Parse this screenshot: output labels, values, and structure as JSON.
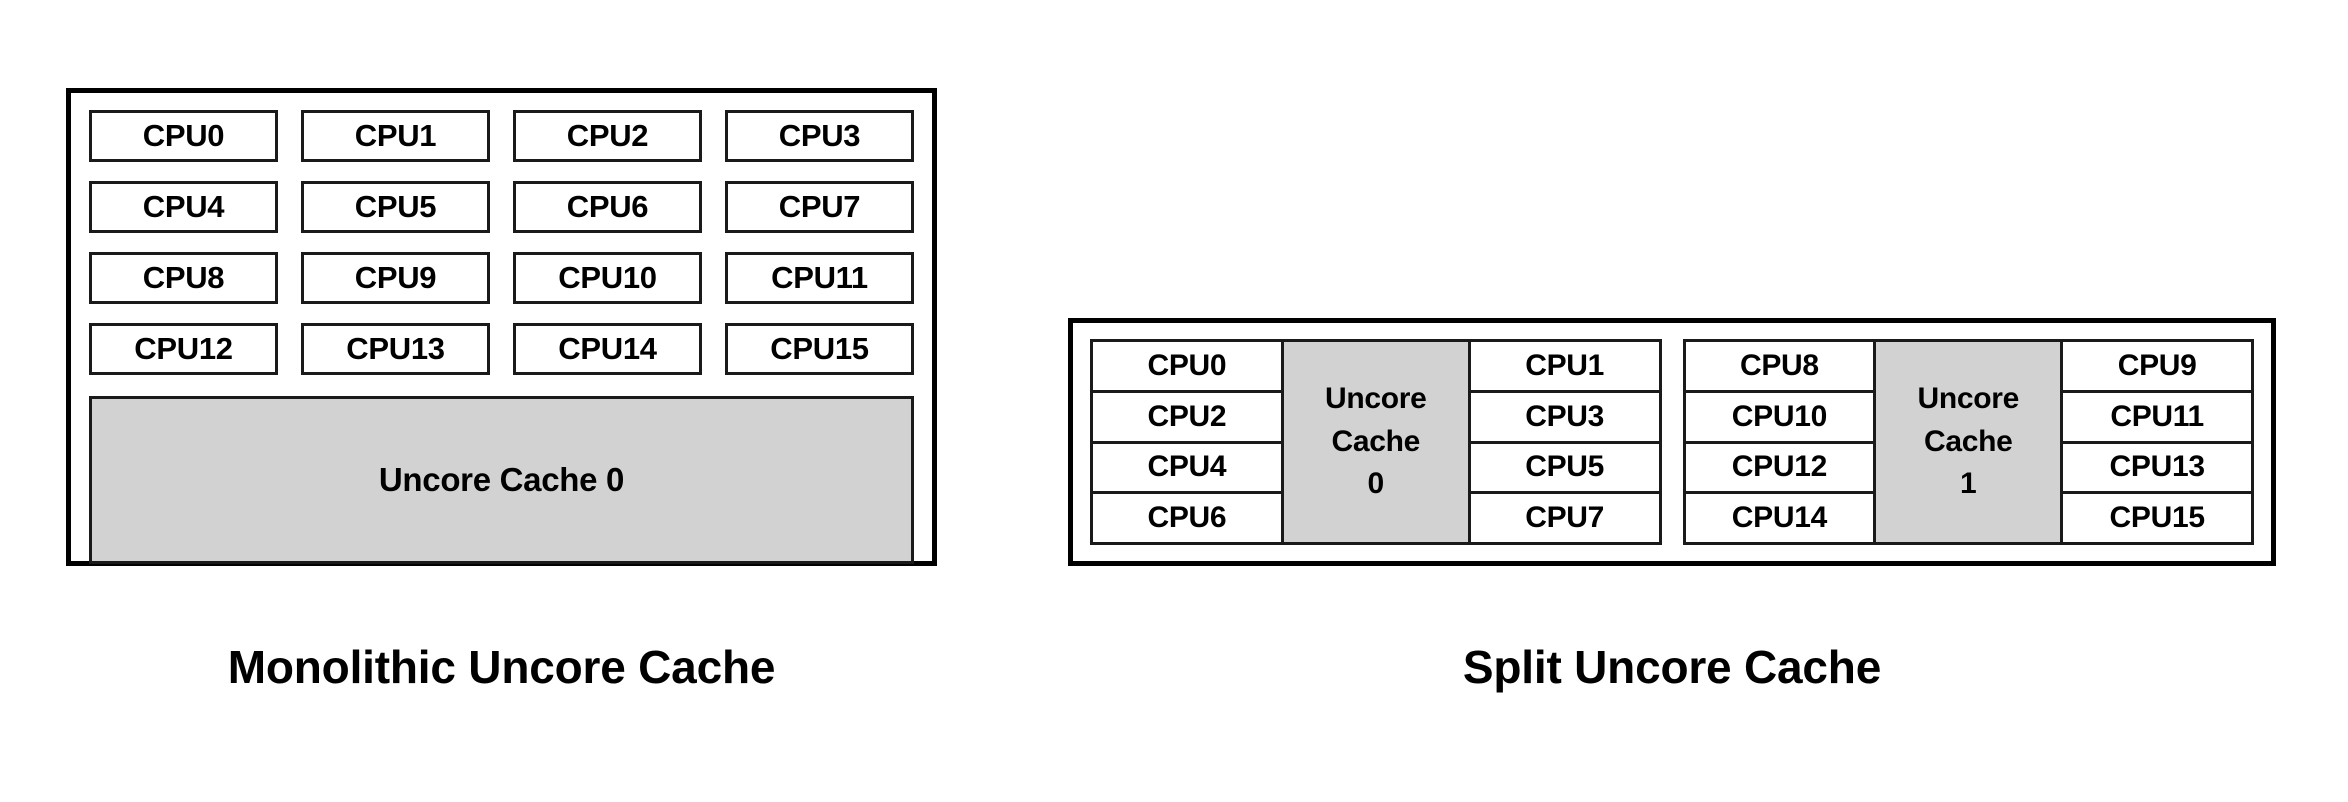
{
  "diagram": {
    "monolithic": {
      "caption": "Monolithic Uncore Cache",
      "cpus": [
        "CPU0",
        "CPU1",
        "CPU2",
        "CPU3",
        "CPU4",
        "CPU5",
        "CPU6",
        "CPU7",
        "CPU8",
        "CPU9",
        "CPU10",
        "CPU11",
        "CPU12",
        "CPU13",
        "CPU14",
        "CPU15"
      ],
      "uncore_cache_label": "Uncore Cache 0"
    },
    "split": {
      "caption": "Split Uncore Cache",
      "groups": [
        {
          "left_cpus": [
            "CPU0",
            "CPU2",
            "CPU4",
            "CPU6"
          ],
          "cache_line1": "Uncore",
          "cache_line2": "Cache",
          "cache_line3": "0",
          "right_cpus": [
            "CPU1",
            "CPU3",
            "CPU5",
            "CPU7"
          ]
        },
        {
          "left_cpus": [
            "CPU8",
            "CPU10",
            "CPU12",
            "CPU14"
          ],
          "cache_line1": "Uncore",
          "cache_line2": "Cache",
          "cache_line3": "1",
          "right_cpus": [
            "CPU9",
            "CPU11",
            "CPU13",
            "CPU15"
          ]
        }
      ]
    },
    "colors": {
      "cache_fill": "#d2d2d2",
      "cpu_fill": "#ffffff",
      "border": "#1a1a1a",
      "background": "#ffffff",
      "text": "#000000"
    }
  }
}
